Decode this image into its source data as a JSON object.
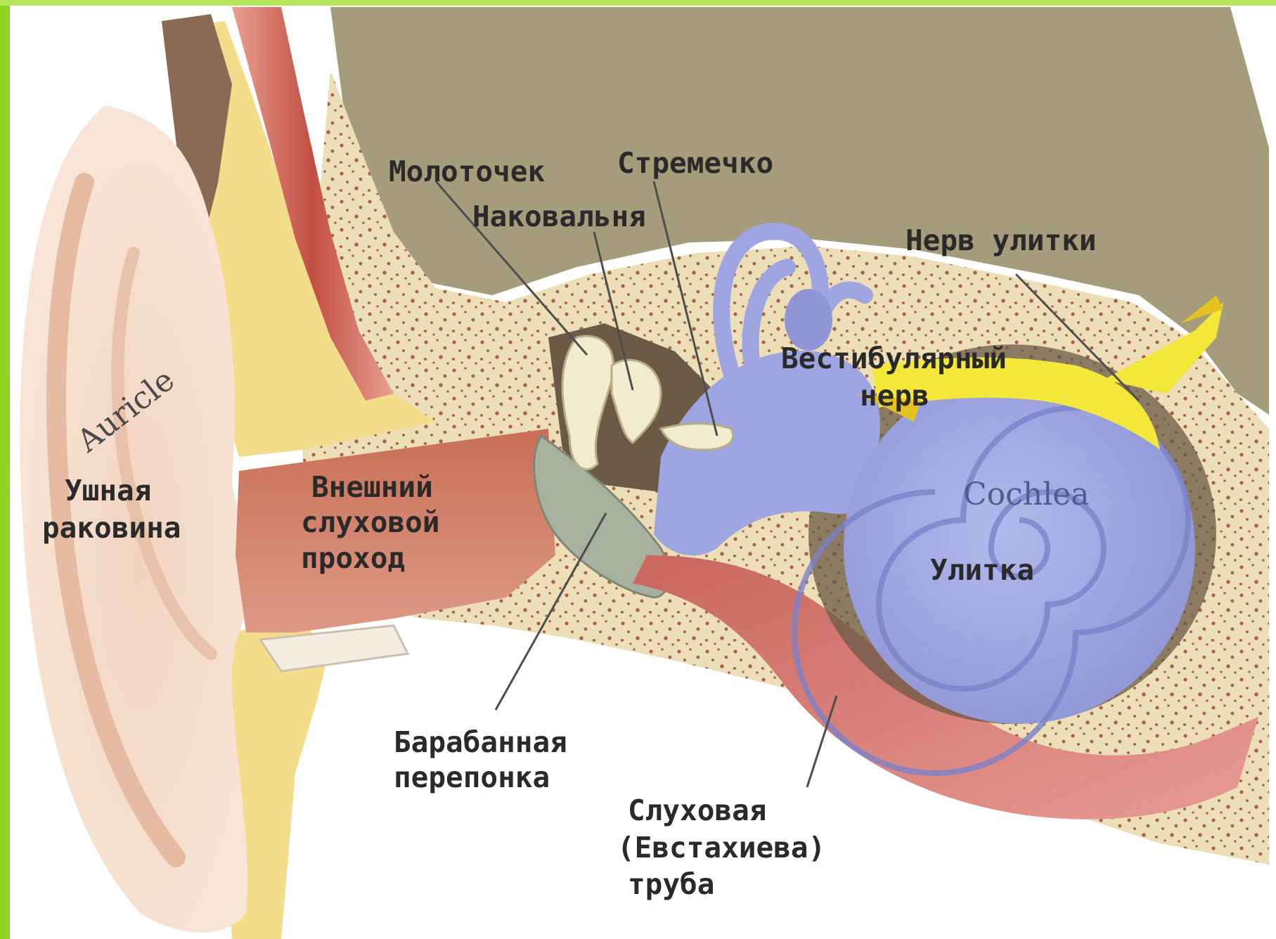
{
  "frame": {
    "accent_color": "#8cd61f"
  },
  "labels": {
    "hammer": "Молоточек",
    "stirrup": "Стремечко",
    "anvil": "Наковальня",
    "cochlear_nerve": "Нерв улитки",
    "vestibular_nerve_1": "Вестибулярный",
    "vestibular_nerve_2": "нерв",
    "auricle_en": "Auricle",
    "auricle_1": "Ушная",
    "auricle_2": "раковина",
    "canal_1": "Внешний",
    "canal_2": "слуховой",
    "canal_3": "проход",
    "cochlea_en": "Cochlea",
    "cochlea": "Улитка",
    "eardrum_1": "Барабанная",
    "eardrum_2": "перепонка",
    "tube_1": "Слуховая",
    "tube_2": "(Евстахиева)",
    "tube_3": "труба"
  },
  "colors": {
    "skull": "#a59c7b",
    "bone": "#ecdfb7",
    "bone_speckle": "#a6624f",
    "skin": "#f6ddc9",
    "skin_shadow": "#e5bba2",
    "canal": "#d08670",
    "cochlea": "#9fa5e0",
    "cochlea_dark": "#7b82c9",
    "nerve": "#f3e83a",
    "eardrum": "#a8b09f",
    "muscle": "#c85a4c",
    "tube": "#d77a74",
    "fat": "#f3dc8a",
    "ossicle": "#f1ecce",
    "cavity": "#6a5a46",
    "pointer": "#4d4d4d"
  }
}
